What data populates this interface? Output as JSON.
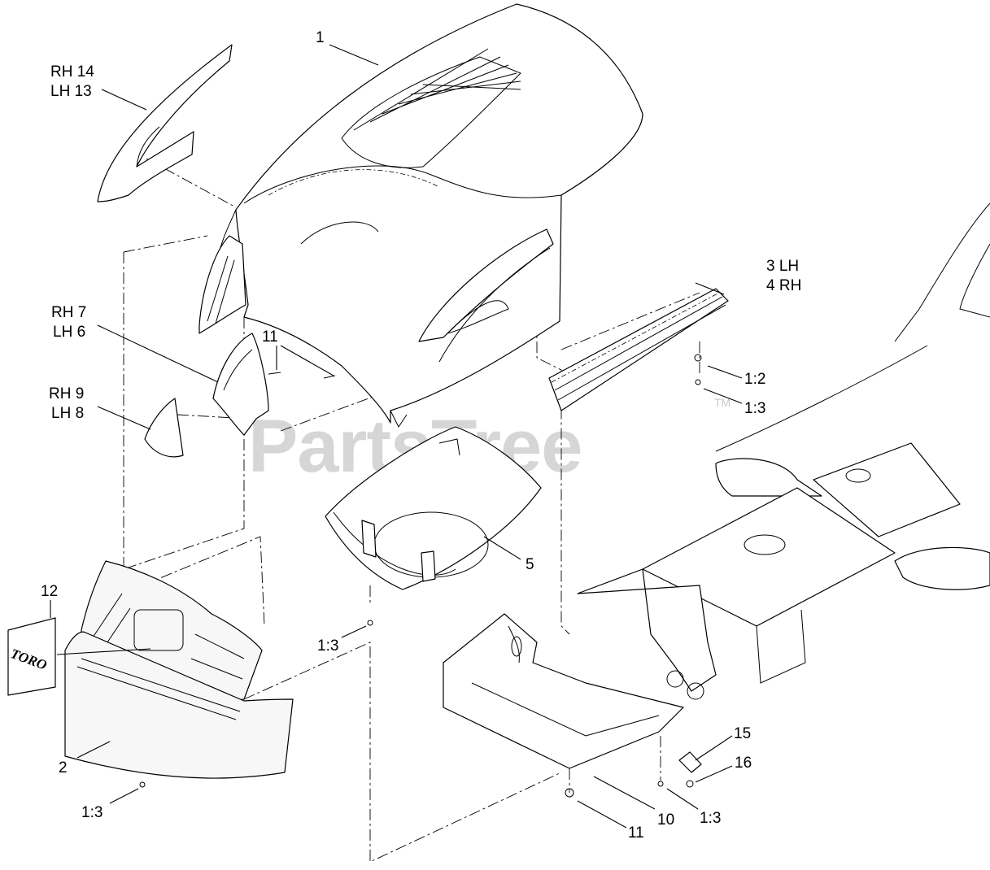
{
  "watermark": {
    "text": "PartsTree",
    "tm": "TM"
  },
  "logo": {
    "text": "TORO"
  },
  "callouts": [
    {
      "id": "c1",
      "text": "1"
    },
    {
      "id": "c14",
      "text": "RH 14"
    },
    {
      "id": "c13",
      "text": "LH 13"
    },
    {
      "id": "c7",
      "text": "RH 7"
    },
    {
      "id": "c6",
      "text": "LH 6"
    },
    {
      "id": "c11a",
      "text": "11"
    },
    {
      "id": "c9",
      "text": "RH 9"
    },
    {
      "id": "c8",
      "text": "LH 8"
    },
    {
      "id": "c3",
      "text": "3 LH"
    },
    {
      "id": "c4",
      "text": "4 RH"
    },
    {
      "id": "c12a",
      "text": "1:2"
    },
    {
      "id": "c13a",
      "text": "1:3"
    },
    {
      "id": "c5",
      "text": "5"
    },
    {
      "id": "c13b",
      "text": "1:3"
    },
    {
      "id": "c12",
      "text": "12"
    },
    {
      "id": "c2",
      "text": "2"
    },
    {
      "id": "c13c",
      "text": "1:3"
    },
    {
      "id": "c15",
      "text": "15"
    },
    {
      "id": "c16",
      "text": "16"
    },
    {
      "id": "c11b",
      "text": "11"
    },
    {
      "id": "c10",
      "text": "10"
    },
    {
      "id": "c13d",
      "text": "1:3"
    }
  ]
}
